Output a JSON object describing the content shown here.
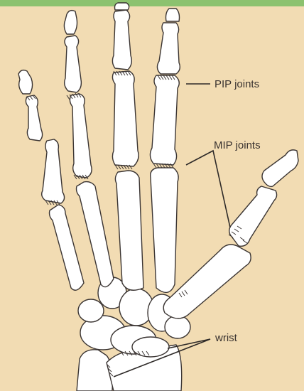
{
  "diagram": {
    "background_color": "#f2dcb3",
    "top_bar_color": "#8cc26f",
    "bone_color": "#ffffff",
    "outline_color": "#3b3533",
    "labels": {
      "pip": "PIP joints",
      "mip": "MIP joints",
      "wrist": "wrist"
    }
  }
}
